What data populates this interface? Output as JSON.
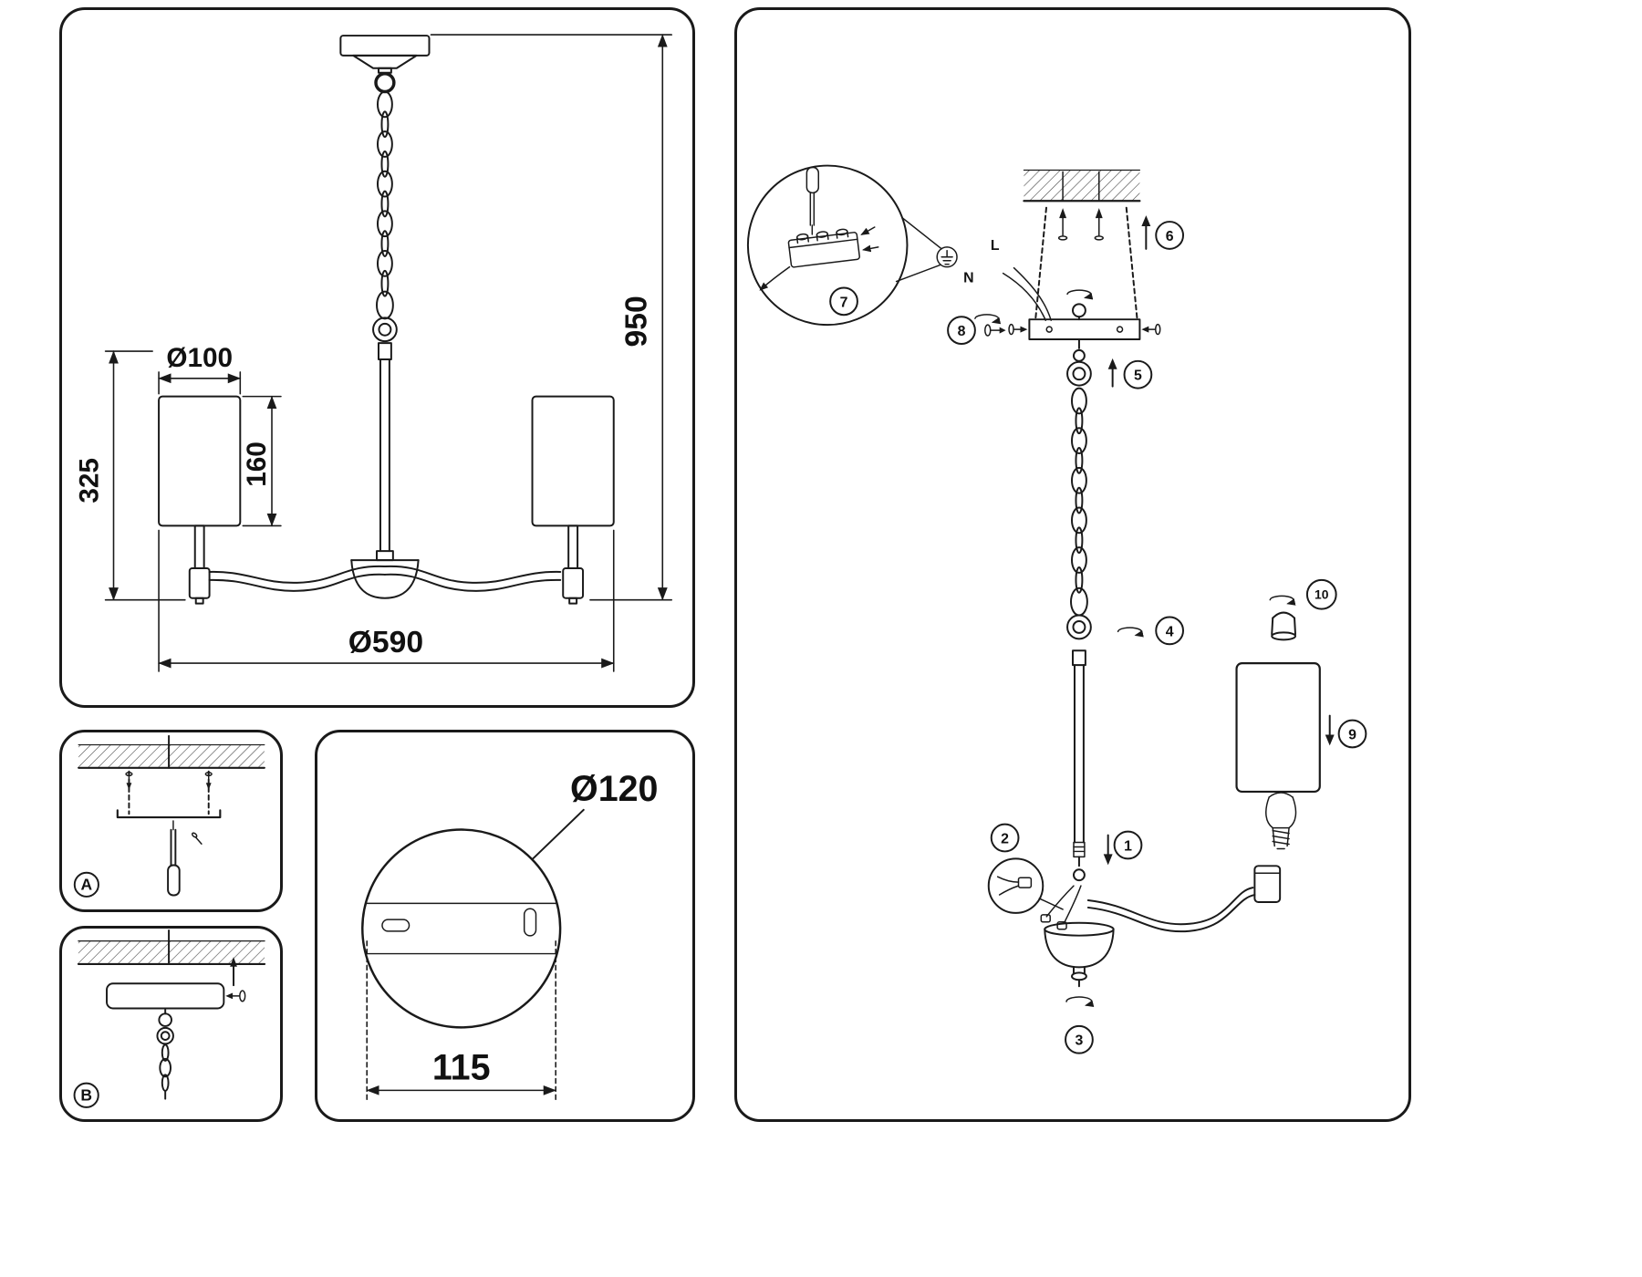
{
  "theme": {
    "ink": "#1a1a1a",
    "paper": "#ffffff"
  },
  "main_view": {
    "dim_shade_diameter": "Ø100",
    "dim_fixture_drop": "325",
    "dim_shade_height": "160",
    "dim_overall_height": "950",
    "dim_overall_diameter": "Ø590"
  },
  "mount_step_a": {
    "label": "A"
  },
  "mount_step_b": {
    "label": "B"
  },
  "plate_detail": {
    "dim_plate_diameter": "Ø120",
    "dim_slot_spacing": "115"
  },
  "assembly": {
    "wire_live_label": "L",
    "wire_neutral_label": "N",
    "step_numbers": [
      "1",
      "2",
      "3",
      "4",
      "5",
      "6",
      "7",
      "8",
      "9",
      "10"
    ]
  }
}
